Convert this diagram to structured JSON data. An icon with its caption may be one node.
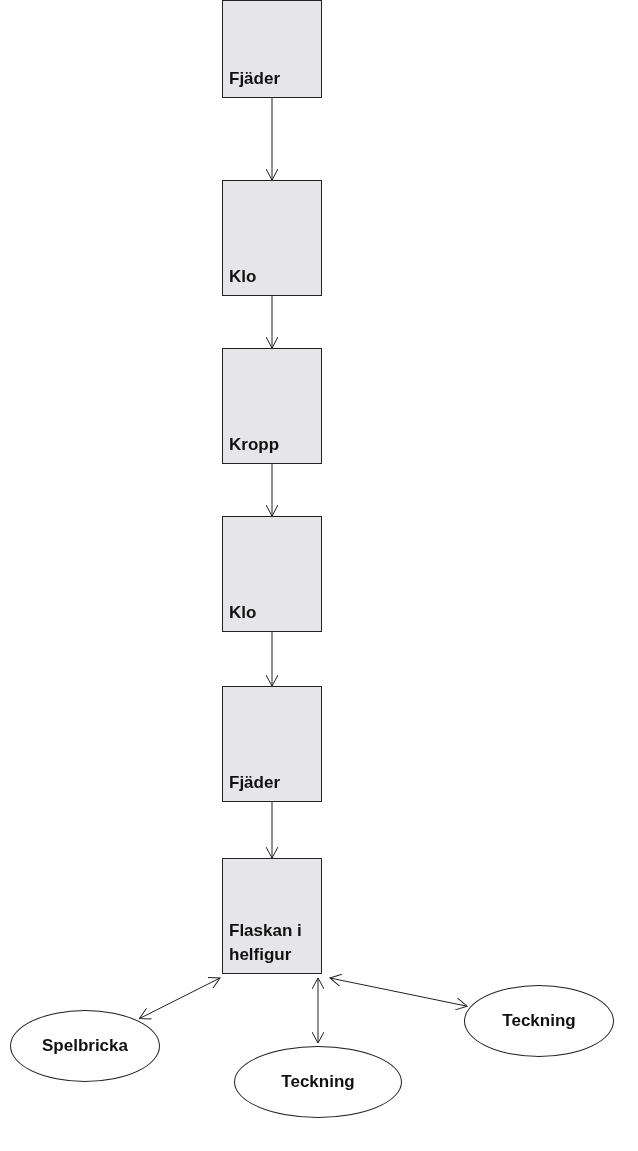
{
  "diagram": {
    "nodes": [
      {
        "text": [
          "Fjäder"
        ]
      },
      {
        "text": [
          "Klo"
        ]
      },
      {
        "text": [
          "Kropp"
        ]
      },
      {
        "text": [
          "Klo"
        ]
      },
      {
        "text": [
          "Fjäder"
        ]
      },
      {
        "text": [
          "Flaskan i helfigur"
        ]
      },
      {
        "text": [
          "Spelbricka"
        ]
      },
      {
        "text": [
          "Teckning"
        ]
      },
      {
        "text": [
          "Teckning"
        ]
      }
    ],
    "edges": [
      {
        "from": 0,
        "to": 1,
        "arrow": "to"
      },
      {
        "from": 1,
        "to": 2,
        "arrow": "to"
      },
      {
        "from": 2,
        "to": 3,
        "arrow": "to"
      },
      {
        "from": 3,
        "to": 4,
        "arrow": "to"
      },
      {
        "from": 4,
        "to": 5,
        "arrow": "to"
      },
      {
        "from": 5,
        "to": 6,
        "arrow": "both"
      },
      {
        "from": 5,
        "to": 7,
        "arrow": "both"
      },
      {
        "from": 5,
        "to": 8,
        "arrow": "both"
      }
    ]
  }
}
